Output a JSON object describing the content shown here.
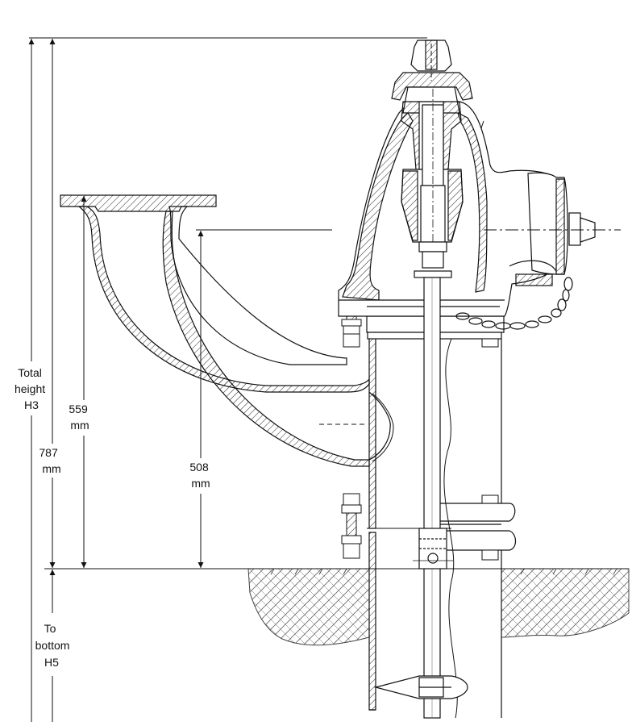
{
  "labels": {
    "total_height": [
      "Total",
      "height",
      "H3"
    ],
    "h787": [
      "787",
      "mm"
    ],
    "h559": [
      "559",
      "mm"
    ],
    "h508": [
      "508",
      "mm"
    ],
    "to_bottom": [
      "To",
      "bottom",
      "H5"
    ]
  },
  "colors": {
    "line": "#111111",
    "ground": "#555555"
  }
}
